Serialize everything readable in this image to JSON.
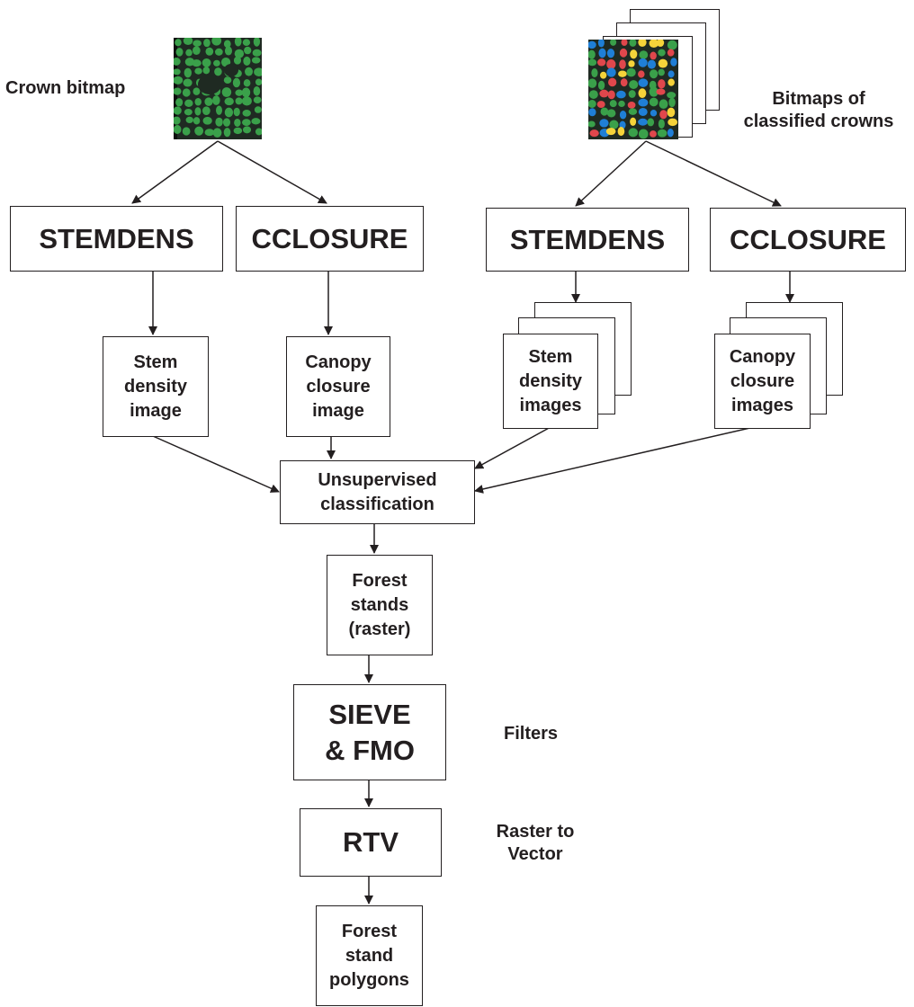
{
  "labels": {
    "crown_bitmap": "Crown bitmap",
    "classified_bitmaps": "Bitmaps of\nclassified crowns",
    "filters": "Filters",
    "raster_to_vector": "Raster to\nVector"
  },
  "nodes": {
    "stemdens_left": "STEMDENS",
    "cclosure_left": "CCLOSURE",
    "stemdens_right": "STEMDENS",
    "cclosure_right": "CCLOSURE",
    "stem_density_image": "Stem\ndensity\nimage",
    "canopy_closure_image": "Canopy\nclosure\nimage",
    "stem_density_images": "Stem\ndensity\nimages",
    "canopy_closure_images": "Canopy\nclosure\nimages",
    "unsupervised_classification": "Unsupervised\nclassification",
    "forest_stands_raster": "Forest\nstands\n(raster)",
    "sieve_fmo": "SIEVE\n& FMO",
    "rtv": "RTV",
    "forest_stand_polygons": "Forest\nstand\npolygons"
  },
  "colors": {
    "ink": "#231f20",
    "crown_green": "#3aa04a",
    "background_dark": "#1f2a22",
    "class_red": "#e0474c",
    "class_yellow": "#f5d33a",
    "class_blue": "#1f7fd6"
  }
}
